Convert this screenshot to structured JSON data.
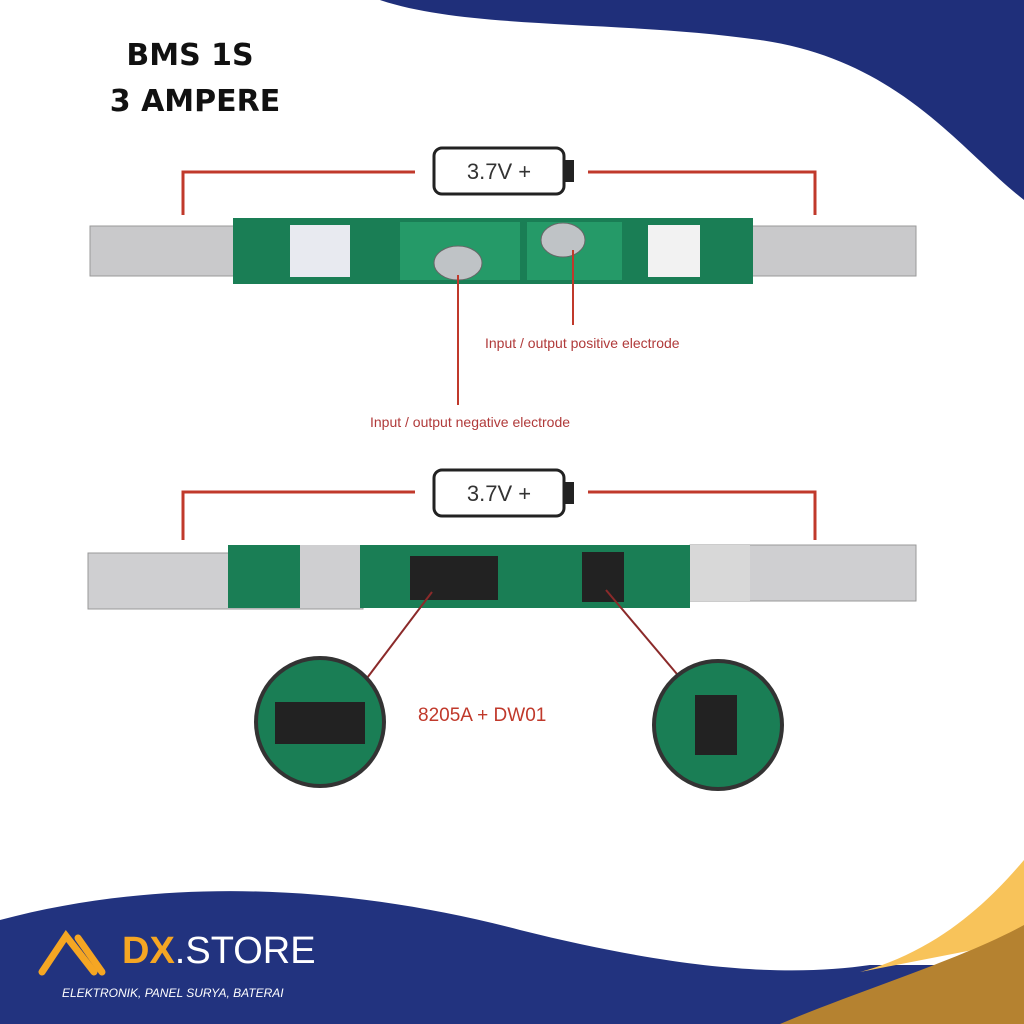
{
  "title": {
    "line1": "BMS 1S",
    "line2": "3 AMPERE"
  },
  "top_diagram": {
    "battery_label": "3.7V +",
    "positive_note": "Input / output positive electrode",
    "negative_note": "Input / output negative electrode"
  },
  "bottom_diagram": {
    "battery_label": "3.7V +",
    "chips_label": "8205A + DW01"
  },
  "brand": {
    "name_bold": "DX",
    "name_rest": ".STORE",
    "tagline": "ELEKTRONIK, PANEL SURYA, BATERAI"
  },
  "colors": {
    "navy": "#1f2f7a",
    "gold": "#f5a623",
    "red": "#c0392b",
    "pcb": "#1e8a5c"
  }
}
